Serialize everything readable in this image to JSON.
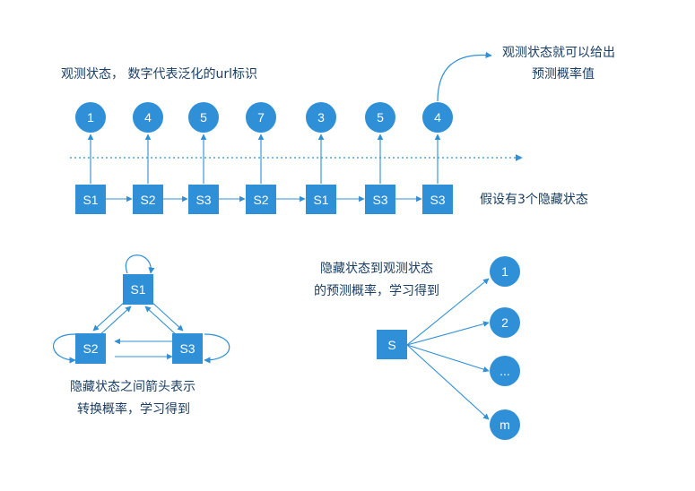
{
  "colors": {
    "node": "#2f8fd7",
    "line": "#2f8fd7",
    "text": "#1a3e63"
  },
  "labels": {
    "observation_title": "观测状态， 数字代表泛化的url标识",
    "callout_line1": "观测状态就可以给出",
    "callout_line2": "预测概率值",
    "hidden_note": "假设有3个隐藏状态",
    "transition_line1": "隐藏状态之间箭头表示",
    "transition_line2": "转换概率，学习得到",
    "emission_line1": "隐藏状态到观测状态",
    "emission_line2": "的预测概率，学习得到"
  },
  "sequence": {
    "observations": [
      "1",
      "4",
      "5",
      "7",
      "3",
      "5",
      "4"
    ],
    "states": [
      "S1",
      "S2",
      "S3",
      "S2",
      "S1",
      "S3",
      "S3"
    ]
  },
  "transition": {
    "states": [
      "S1",
      "S2",
      "S3"
    ]
  },
  "emission": {
    "source": "S",
    "outputs": [
      "1",
      "2",
      "...",
      "m"
    ]
  }
}
